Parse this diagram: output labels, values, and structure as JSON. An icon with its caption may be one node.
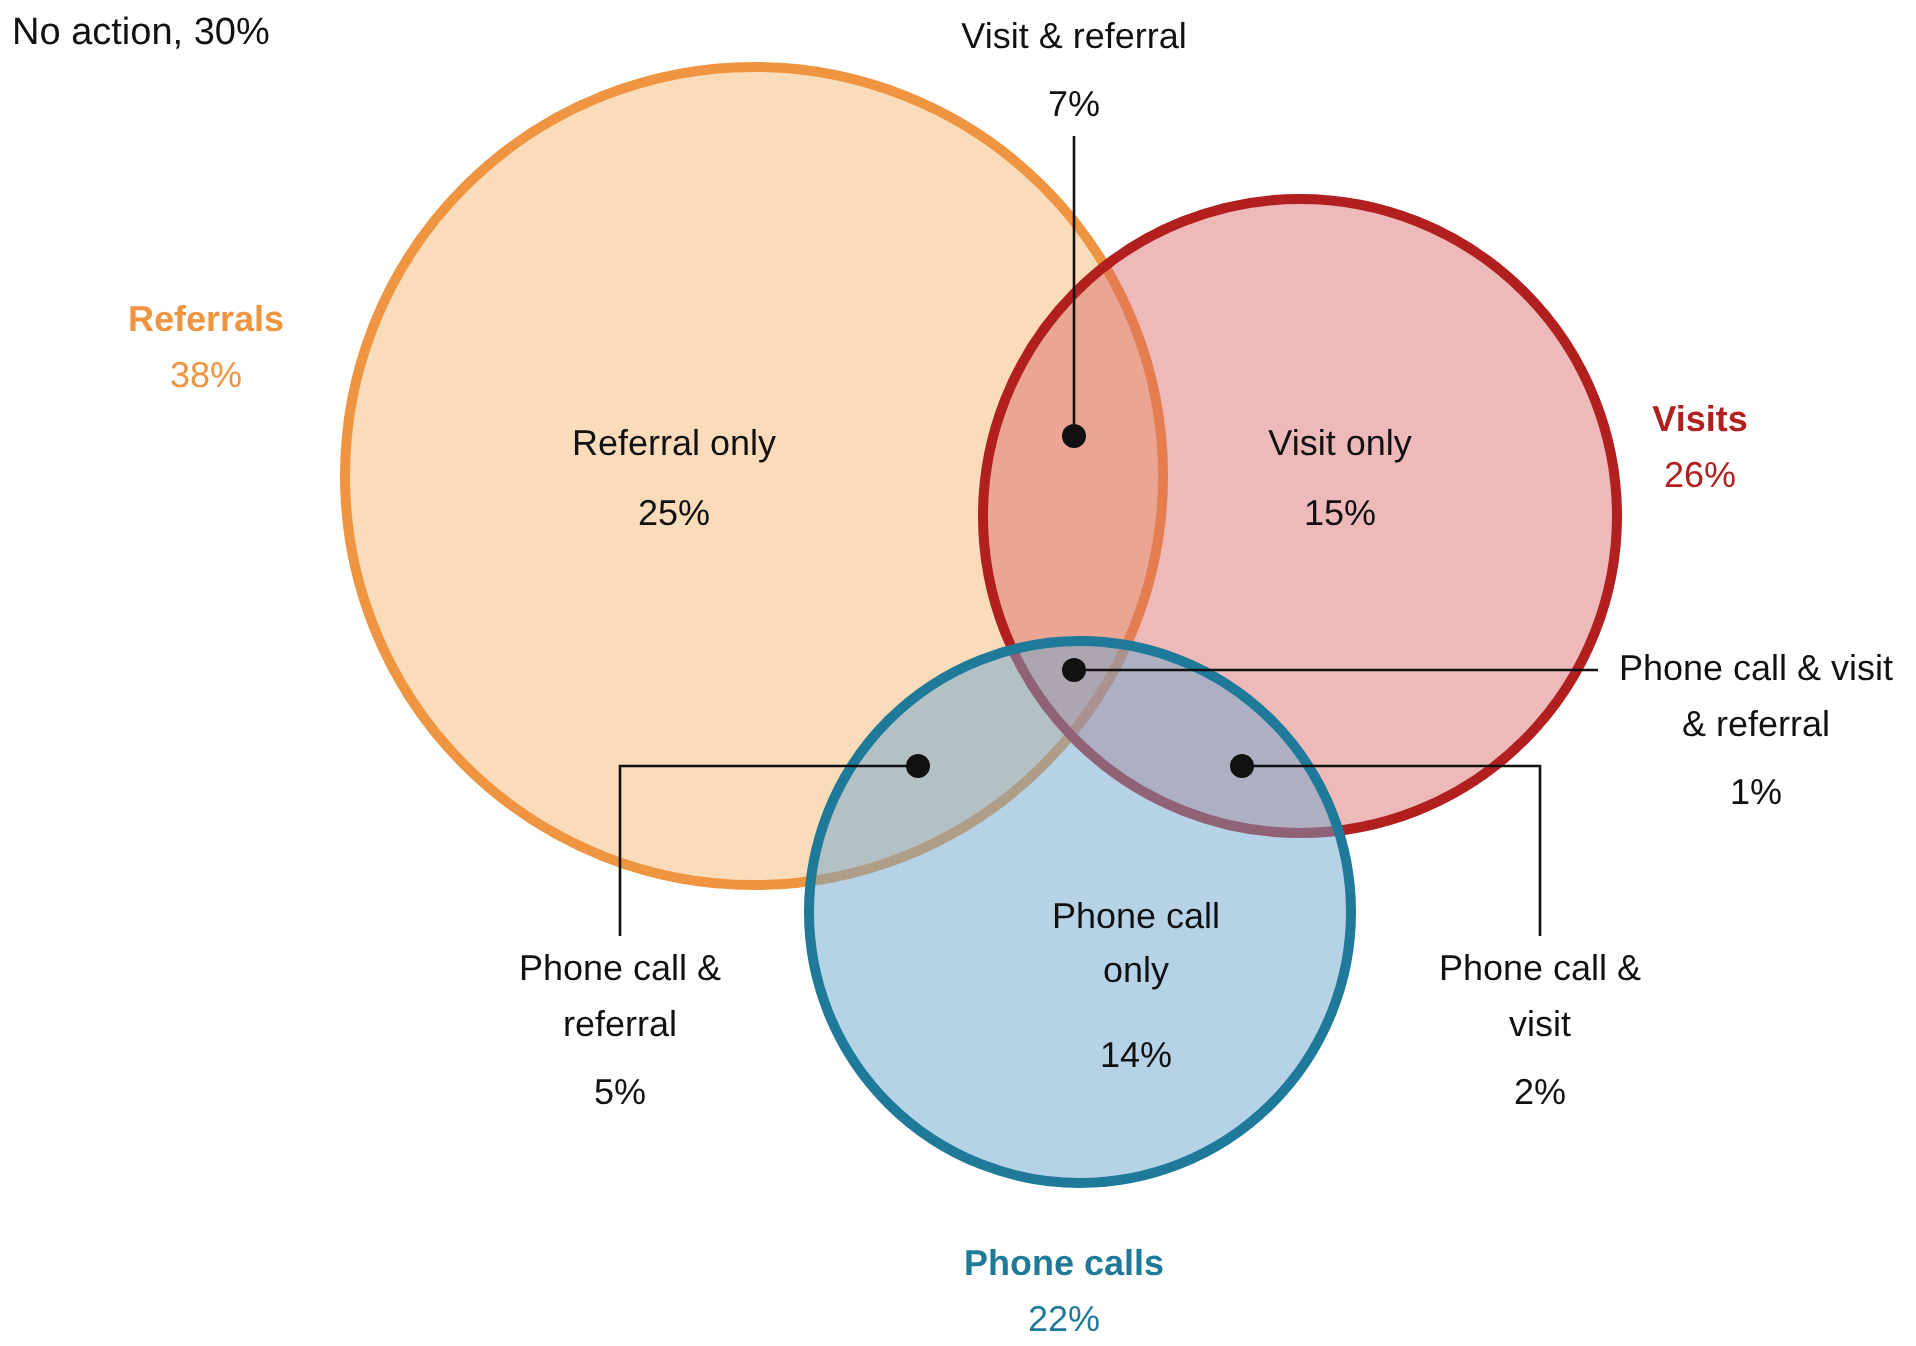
{
  "diagram": {
    "nodes": [
      {
        "text": [
          "Referrals",
          "38%",
          "Referral only",
          "25%"
        ]
      },
      {
        "text": [
          "Visits",
          "26%",
          "Visit only",
          "15%"
        ]
      },
      {
        "text": [
          "Phone call only",
          "14%",
          "Phone calls",
          "22%"
        ]
      },
      {
        "text": [
          "Visit & referral",
          "7%"
        ]
      },
      {
        "text": [
          "Phone call & visit & referral",
          "1%"
        ]
      },
      {
        "text": [
          "Phone call & referral",
          "5%"
        ]
      },
      {
        "text": [
          "Phone call & visit",
          "2%"
        ]
      },
      {
        "text": [],
        "shape": "circle"
      },
      {
        "text": [],
        "shape": "circle"
      },
      {
        "text": [],
        "shape": "circle"
      },
      {
        "text": [],
        "shape": "circle"
      }
    ],
    "edges": [
      {
        "from": 3,
        "to": 7,
        "arrow": "none"
      },
      {
        "from": 4,
        "to": 8,
        "arrow": "none"
      },
      {
        "from": 5,
        "to": 9,
        "arrow": "none"
      },
      {
        "from": 6,
        "to": 10,
        "arrow": "none"
      }
    ],
    "labels": [
      "No action, 30%"
    ]
  }
}
